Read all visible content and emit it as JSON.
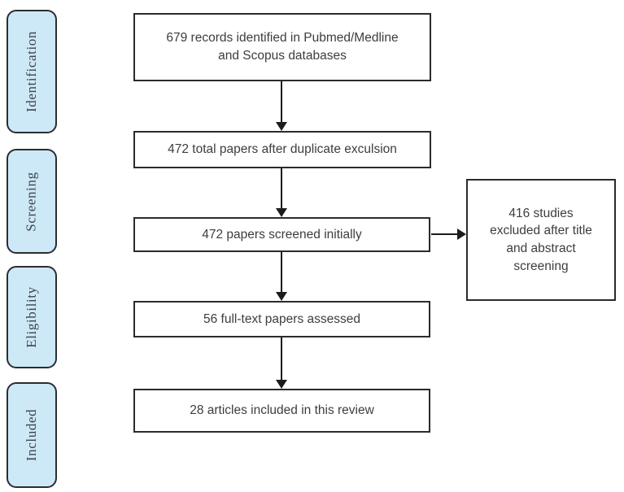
{
  "stages": [
    {
      "label": "Identification"
    },
    {
      "label": "Screening"
    },
    {
      "label": "Eligibility"
    },
    {
      "label": "Included"
    }
  ],
  "flow_boxes": [
    {
      "text": "679 records identified in Pubmed/Medline\nand Scopus databases"
    },
    {
      "text": "472 total papers after duplicate exculsion"
    },
    {
      "text": "472 papers screened initially"
    },
    {
      "text": "56 full-text papers assessed"
    },
    {
      "text": "28 articles included in this review"
    }
  ],
  "side_box": {
    "text": "416 studies\nexcluded after title\nand abstract\nscreening"
  },
  "colors": {
    "stage_fill": "#cde9f8",
    "stage_border": "#2a2d31",
    "stage_text": "#3e4348",
    "box_fill": "#ffffff",
    "box_border": "#2b2b2b",
    "box_text": "#3d3d3d",
    "arrow": "#1c1c1c",
    "background": "#ffffff"
  }
}
